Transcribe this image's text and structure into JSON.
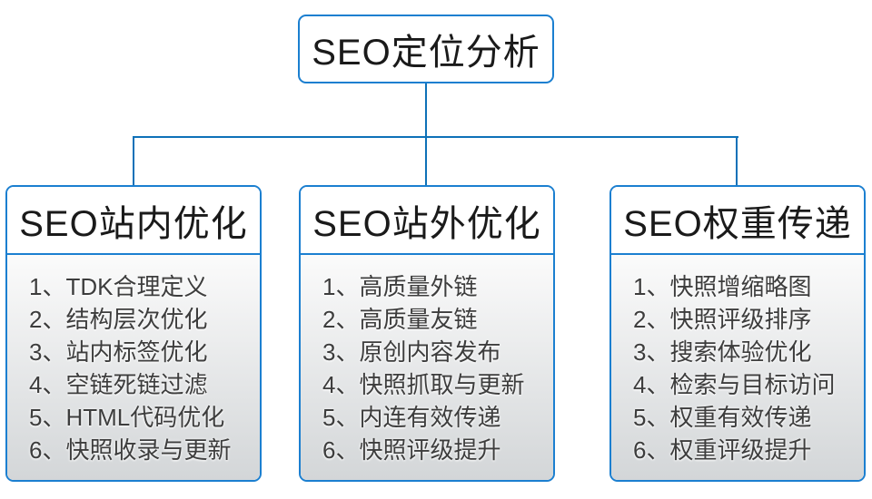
{
  "root_node": {
    "title": "SEO定位分析"
  },
  "columns": [
    {
      "title": "SEO站内优化",
      "items": [
        "1、TDK合理定义",
        "2、结构层次优化",
        "3、站内标签优化",
        "4、空链死链过滤",
        "5、HTML代码优化",
        "6、快照收录与更新"
      ]
    },
    {
      "title": "SEO站外优化",
      "items": [
        "1、高质量外链",
        "2、高质量友链",
        "3、原创内容发布",
        "4、快照抓取与更新",
        "5、内连有效传递",
        "6、快照评级提升"
      ]
    },
    {
      "title": "SEO权重传递",
      "items": [
        "1、快照增缩略图",
        "2、快照评级排序",
        "3、搜索体验优化",
        "4、检索与目标访问",
        "5、权重有效传递",
        "6、权重评级提升"
      ]
    }
  ],
  "colors": {
    "background": "#ffffff",
    "box_border": "#1b7fd0",
    "connector": "#0e71b8",
    "header_text": "#1a1a1a",
    "item_text": "#3d3d3d",
    "panel_top": "#fbfbfb",
    "panel_bottom": "#d3d6d8"
  }
}
